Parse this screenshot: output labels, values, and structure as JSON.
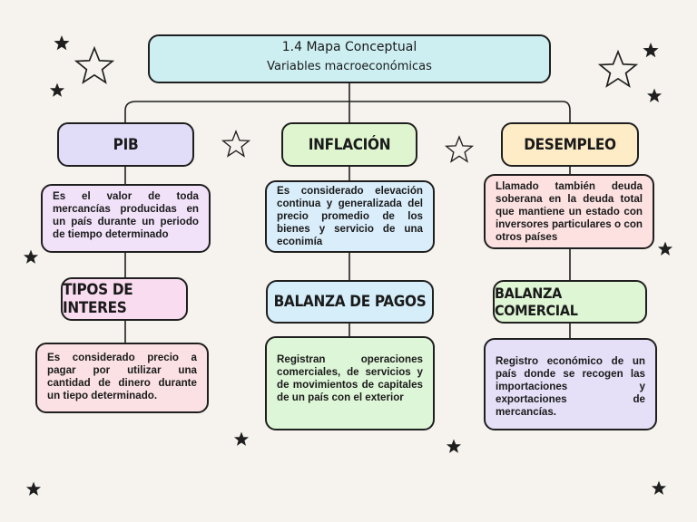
{
  "title": {
    "line1": "1.4 Mapa Conceptual",
    "line2": "Variables macroeconómicas"
  },
  "columns": [
    {
      "heading": "PIB",
      "description": "Es el valor de toda mercancías producidas en un país durante un periodo de tiempo determinado",
      "sub_heading": "TIPOS DE INTERES",
      "sub_description": "Es considerado precio a pagar por utilizar una cantidad de dinero durante un tiepo determinado."
    },
    {
      "heading": "INFLACIÓN",
      "description": "Es considerado elevación continua y generalizada del precio promedio de los bienes y servicio de una econimía",
      "sub_heading": "BALANZA DE PAGOS",
      "sub_description": "Registran operaciones comerciales, de servicios y de movimientos de capitales de un país con el exterior"
    },
    {
      "heading": "DESEMPLEO",
      "description": "Llamado también deuda soberana en la deuda total que mantiene un estado con inversores particulares o con otros países",
      "sub_heading": "BALANZA COMERCIAL",
      "sub_description": "Registro económico de un país donde se recogen las importaciones y exportaciones de mercancías."
    }
  ],
  "colors": {
    "background": "#f6f3ee",
    "title": "#cdeff2",
    "pib_heading": "#e1dcf7",
    "pib_desc": "#f1e2fa",
    "interes_heading": "#fadcf0",
    "interes_desc": "#fbe1e3",
    "inflacion_heading": "#dff5cf",
    "inflacion_desc": "#d9edfb",
    "pagos_heading": "#d5eefa",
    "pagos_desc": "#def6d8",
    "desempleo_heading": "#feecc6",
    "desempleo_desc": "#fde1e1",
    "comercial_heading": "#def6d4",
    "comercial_desc": "#e5e0f8"
  },
  "decorations": [
    "star-icon"
  ]
}
